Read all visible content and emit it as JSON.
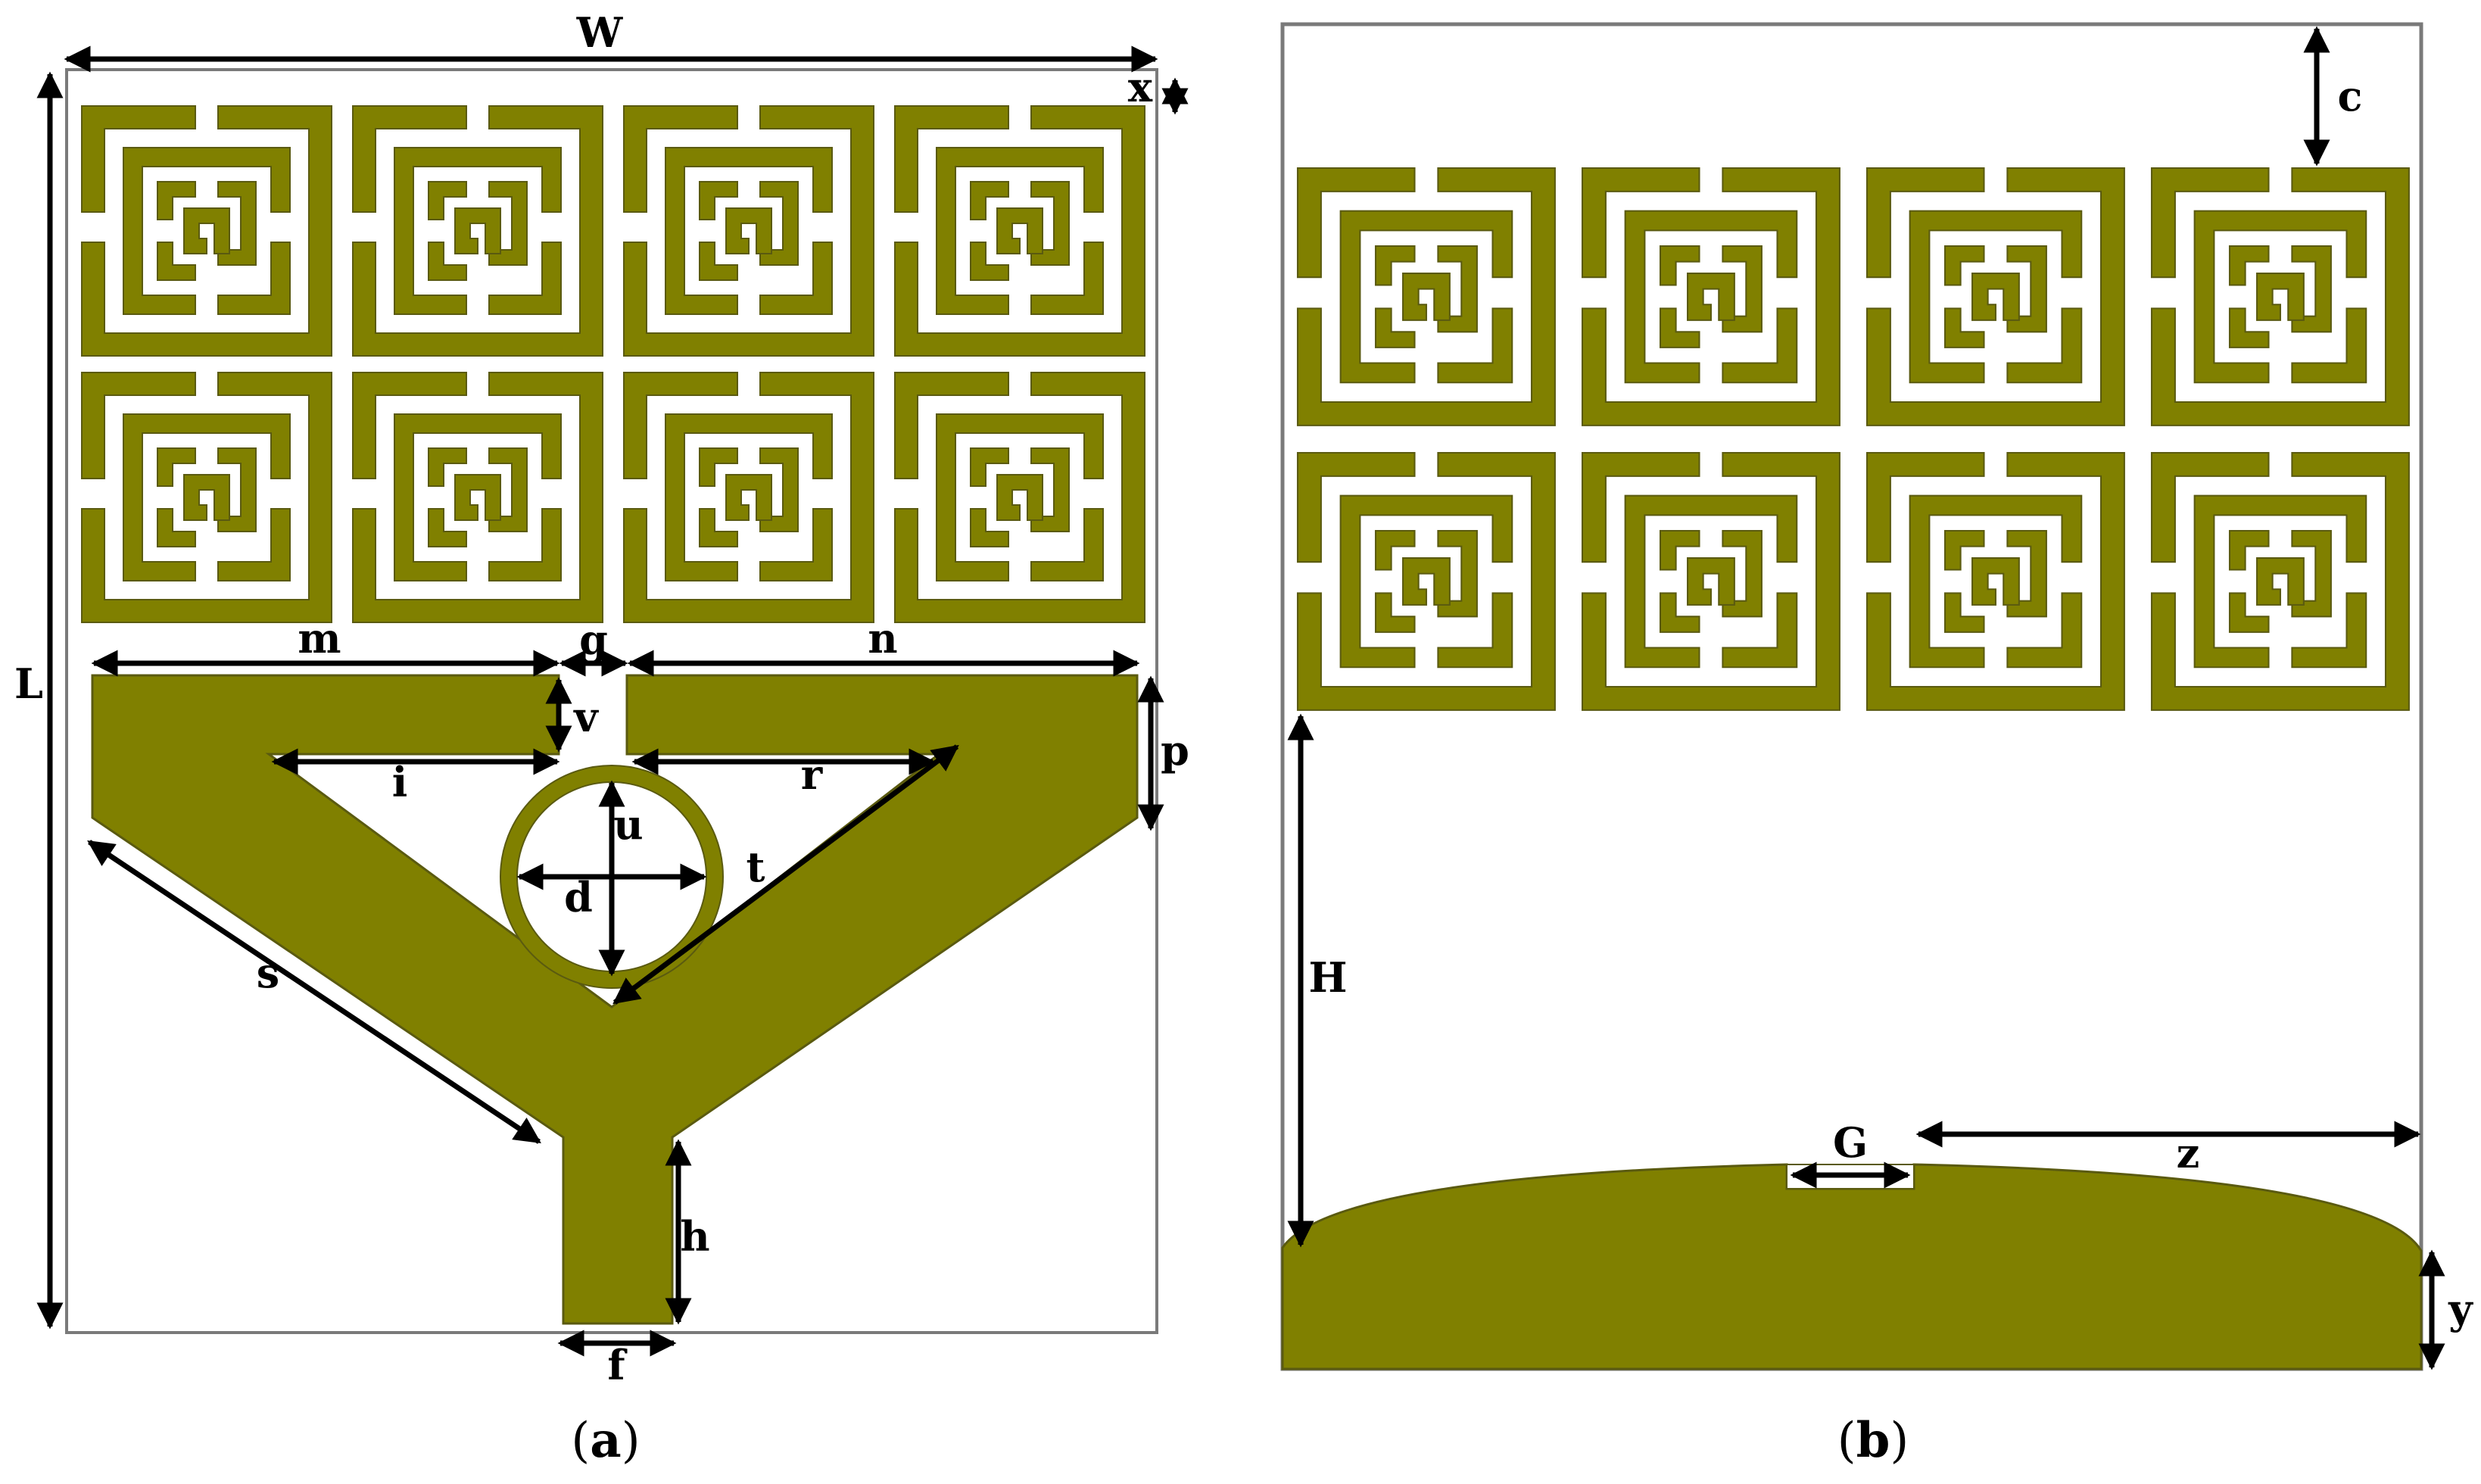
{
  "colors": {
    "conductor": "#808000",
    "conductor_edge": "#5a5a10",
    "substrate_border": "#7a7a7a",
    "background": "#ffffff"
  },
  "panel_a": {
    "caption_open": "(",
    "caption_letter": "a",
    "caption_close": ")",
    "dimension_labels": {
      "W": "W",
      "x": "x",
      "L": "L",
      "m": "m",
      "g": "g",
      "n": "n",
      "v": "v",
      "p": "p",
      "i": "i",
      "r": "r",
      "u": "u",
      "d": "d",
      "t": "t",
      "s": "s",
      "h": "h",
      "f": "f"
    }
  },
  "panel_b": {
    "caption_open": "(",
    "caption_letter": "b",
    "caption_close": ")",
    "dimension_labels": {
      "c": "c",
      "H": "H",
      "G": "G",
      "z": "z",
      "y": "y"
    }
  }
}
